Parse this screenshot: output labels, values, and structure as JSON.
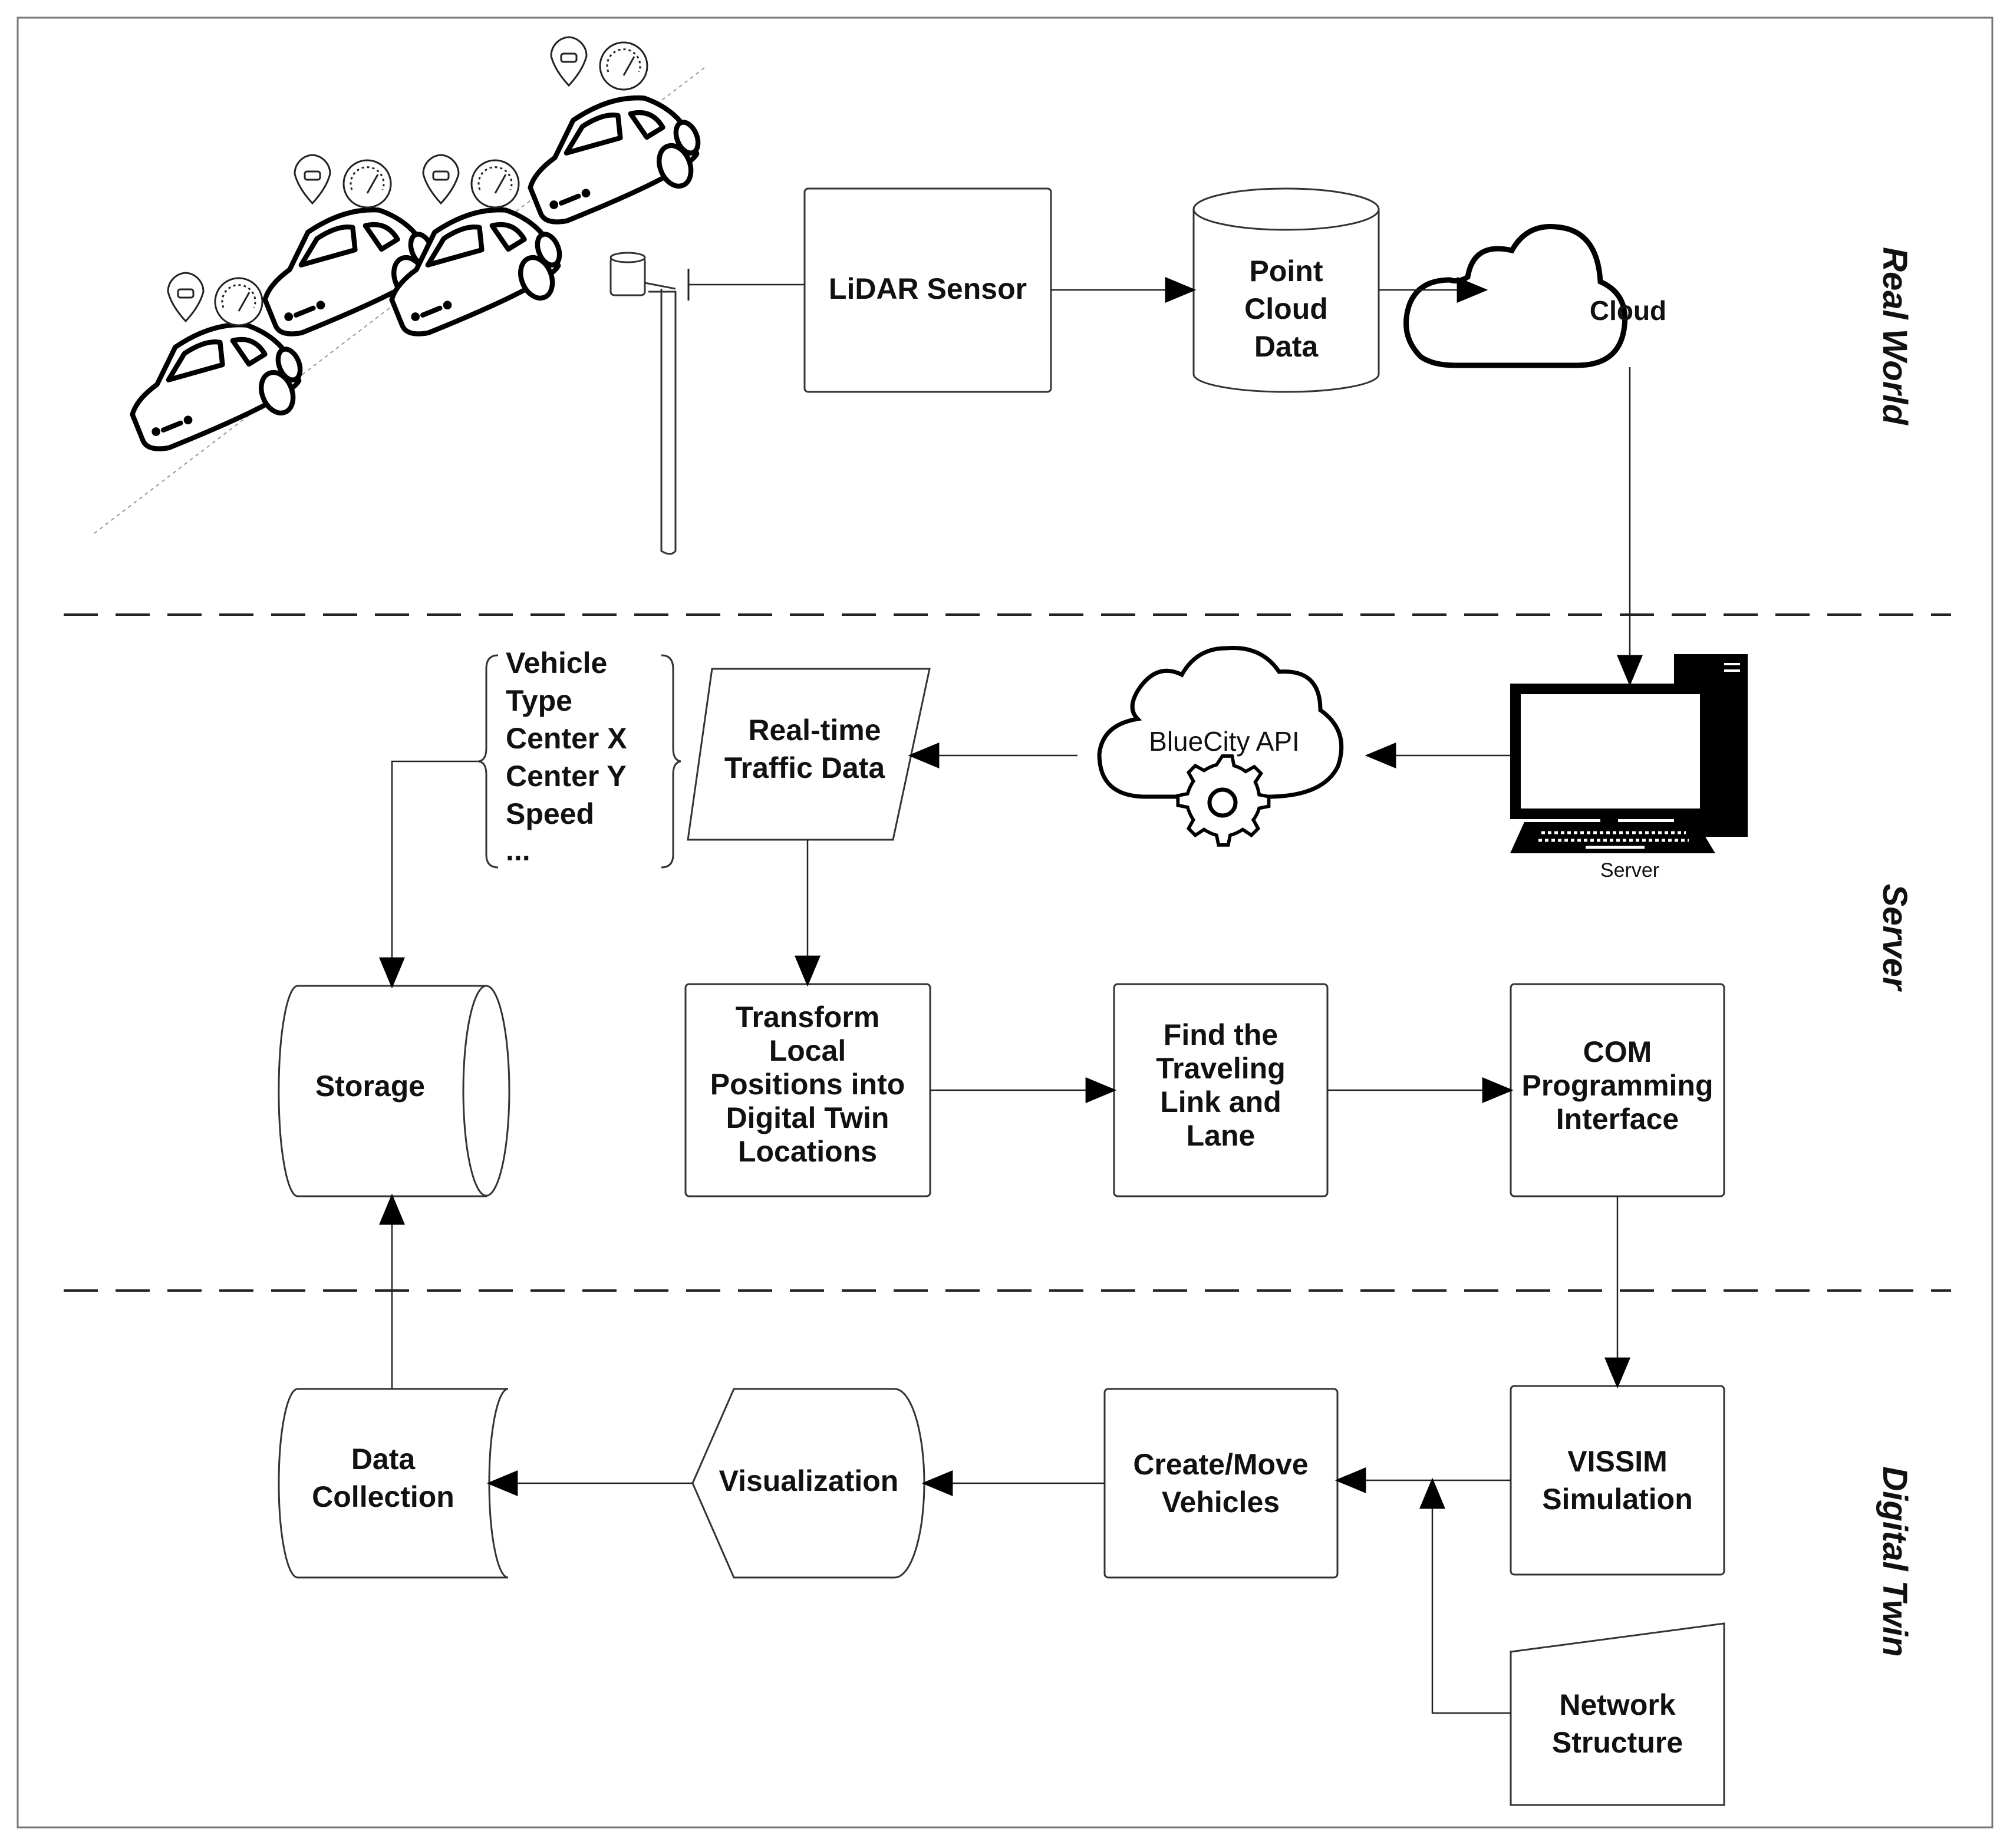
{
  "sections": {
    "real_world": "Real World",
    "server": "Server",
    "digital_twin": "Digital Twin"
  },
  "nodes": {
    "lidar": "LiDAR Sensor",
    "point_cloud": [
      "Point",
      "Cloud",
      "Data"
    ],
    "cloud": "Cloud",
    "server_caption": "Server",
    "bluecity": "BlueCity API",
    "realtime": [
      "Real-time",
      "Traffic Data"
    ],
    "fields": [
      "Vehicle",
      "Type",
      "Center X",
      "Center Y",
      "Speed",
      "..."
    ],
    "storage": "Storage",
    "transform": [
      "Transform",
      "Local",
      "Positions into",
      "Digital Twin",
      "Locations"
    ],
    "find_link": [
      "Find the",
      "Traveling",
      "Link and",
      "Lane"
    ],
    "com": [
      "COM",
      "Programming",
      "Interface"
    ],
    "vissim": [
      "VISSIM",
      "Simulation"
    ],
    "create_move": [
      "Create/Move",
      "Vehicles"
    ],
    "visualization": "Visualization",
    "data_collection": [
      "Data",
      "Collection"
    ],
    "network": [
      "Network",
      "Structure"
    ]
  },
  "edges": [
    {
      "from": "lidar",
      "to": "point_cloud"
    },
    {
      "from": "point_cloud",
      "to": "cloud"
    },
    {
      "from": "cloud",
      "to": "server"
    },
    {
      "from": "server",
      "to": "bluecity"
    },
    {
      "from": "bluecity",
      "to": "realtime"
    },
    {
      "from": "realtime",
      "to": "transform"
    },
    {
      "from": "fields",
      "to": "storage"
    },
    {
      "from": "transform",
      "to": "find_link"
    },
    {
      "from": "find_link",
      "to": "com"
    },
    {
      "from": "com",
      "to": "vissim"
    },
    {
      "from": "vissim",
      "to": "create_move"
    },
    {
      "from": "network",
      "to": "create_move"
    },
    {
      "from": "create_move",
      "to": "visualization"
    },
    {
      "from": "visualization",
      "to": "data_collection"
    },
    {
      "from": "data_collection",
      "to": "storage"
    }
  ]
}
